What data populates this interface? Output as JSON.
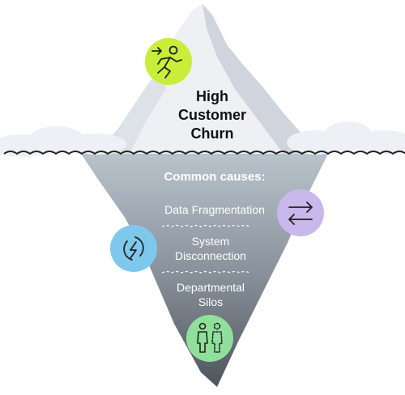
{
  "title_lines": [
    "High",
    "Customer",
    "Churn"
  ],
  "causes_heading": "Common causes:",
  "causes": [
    {
      "lines": [
        "Data Fragmentation"
      ],
      "icon": "arrows-exchange-icon",
      "color": "#c9b8ec"
    },
    {
      "lines": [
        "System",
        "Disconnection"
      ],
      "icon": "broken-link-icon",
      "color": "#7ec8ee"
    },
    {
      "lines": [
        "Departmental",
        "Silos"
      ],
      "icon": "people-split-icon",
      "color": "#8fe09a"
    }
  ],
  "top_icon": {
    "icon": "running-person-icon",
    "color": "#c8ee3a"
  },
  "colors": {
    "ice_above": "#eef0f4",
    "ice_shadow": "#cfd4dd",
    "ice_below_top": "#b9c3cc",
    "ice_below_bottom": "#4f545c",
    "water_line": "#222222"
  }
}
